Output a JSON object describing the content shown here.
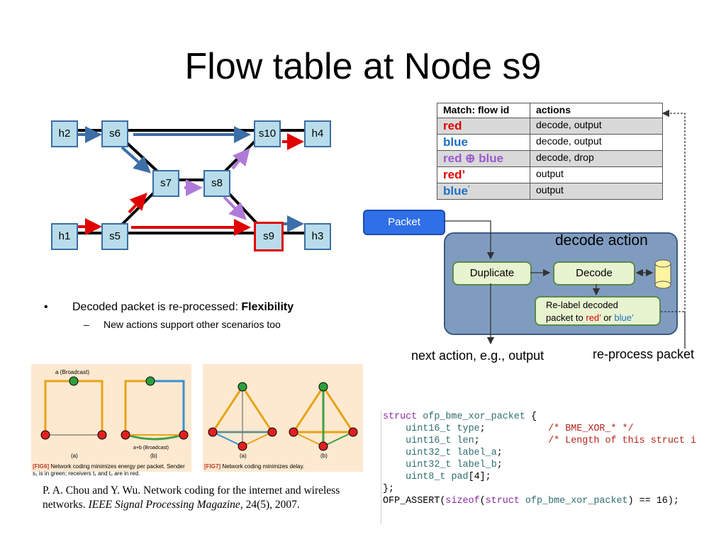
{
  "title": "Flow table at Node s9",
  "topology": {
    "nodes": [
      "h2",
      "s6",
      "s10",
      "h4",
      "s7",
      "s8",
      "h1",
      "s5",
      "s9",
      "h3"
    ]
  },
  "flow_table": {
    "headers": [
      "Match: flow id",
      "actions"
    ],
    "rows": [
      {
        "match": "red",
        "action": "decode, output",
        "color": "#e00000"
      },
      {
        "match": "blue",
        "action": "decode, output",
        "color": "#1f6fc4"
      },
      {
        "match": "red ⊕ blue",
        "action": "decode, drop",
        "color": "#9b59d0"
      },
      {
        "match": "red’",
        "action": "output",
        "color": "#e00000"
      },
      {
        "match": "blue",
        "match_sup": "’",
        "action": "output",
        "color": "#1f6fc4"
      }
    ]
  },
  "bullets": {
    "main_prefix": "Decoded packet is re-processed: ",
    "main_bold": "Flexibility",
    "sub": "New actions  support other scenarios  too",
    "bullet_char": "•",
    "dash_char": "–"
  },
  "decode_diagram": {
    "packet": "Packet",
    "decode_action": "decode action",
    "duplicate": "Duplicate",
    "decode": "Decode",
    "relabel_line1": "Re-label decoded",
    "relabel_line2_prefix": "packet  to ",
    "relabel_red": "red’",
    "relabel_or": " or ",
    "relabel_blue": "blue’",
    "next_action": "next action, e.g., output",
    "reprocess": "re-process packet"
  },
  "figures": {
    "fig6_caption_tag": "[FIG6]",
    "fig6_caption": "Network coding minimizes energy per packet.  Sender s₁ is in green; receivers t₁ and t₂ are in red.",
    "fig6_label_a": "(a)",
    "fig6_label_b": "(b)",
    "fig6_broadcast": "a (Broadcast)",
    "fig6_broadcast_b": "a+b (Broadcast)",
    "fig7_caption_tag": "[FIG7]",
    "fig7_caption": "Network coding minimizes delay.",
    "fig7_label_a": "(a)",
    "fig7_label_b": "(b)"
  },
  "citation": {
    "part1": "P. A. Chou and Y. Wu. Network coding for the internet and wireless networks. ",
    "journal": "IEEE Signal Processing Magazine",
    "part2": ", 24(5), 2007."
  },
  "code": {
    "line1_kw": "struct",
    "line1_name": " ofp_bme_xor_packet",
    "line1_rest": " {",
    "fields": [
      {
        "type": "uint16_t",
        "name": "type",
        "comment": "/* BME_XOR_* */"
      },
      {
        "type": "uint16_t",
        "name": "len",
        "comment": "/* Length of this struct i"
      },
      {
        "type": "uint32_t",
        "name": "label_a",
        "comment": ""
      },
      {
        "type": "uint32_t",
        "name": "label_b",
        "comment": ""
      },
      {
        "type": "uint8_t",
        "name": "pad",
        "comment": "",
        "suffix": "[4]"
      }
    ],
    "close": "};",
    "assert_prefix": "OFP_ASSERT(",
    "assert_sizeof": "sizeof",
    "assert_struct": "struct",
    "assert_name": " ofp_bme_xor_packet",
    "assert_suffix": ") == 16);"
  }
}
